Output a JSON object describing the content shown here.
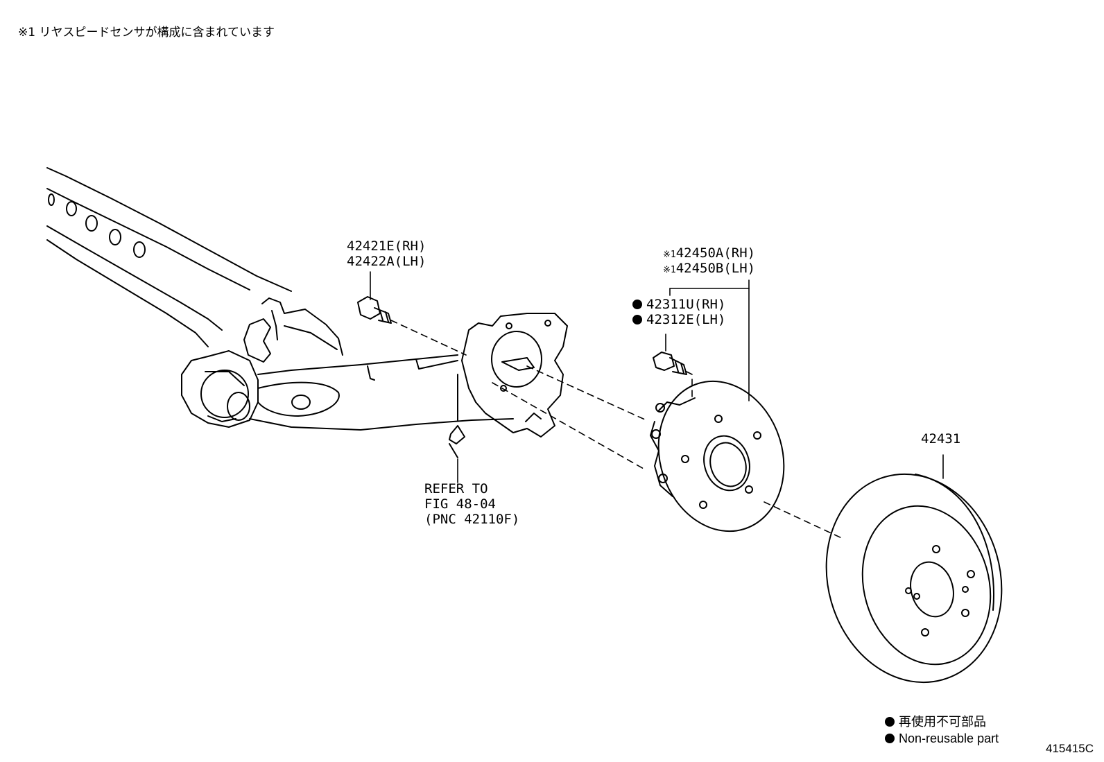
{
  "header_note": "※1 リヤスピードセンサが構成に含まれています",
  "labels": {
    "bolt_rh": "42421E(RH)",
    "bolt_lh": "42422A(LH)",
    "hub_mark": "※1",
    "hub_rh": "42450A(RH)",
    "hub_lh": "42450B(LH)",
    "stud_rh": "42311U(RH)",
    "stud_lh": "42312E(LH)",
    "disc": "42431",
    "refer_1": "REFER TO",
    "refer_2": "FIG 48-04",
    "refer_3": "(PNC 42110F)"
  },
  "legend": {
    "jp": "再使用不可部品",
    "en": "Non-reusable part"
  },
  "figure_code": "415415C"
}
